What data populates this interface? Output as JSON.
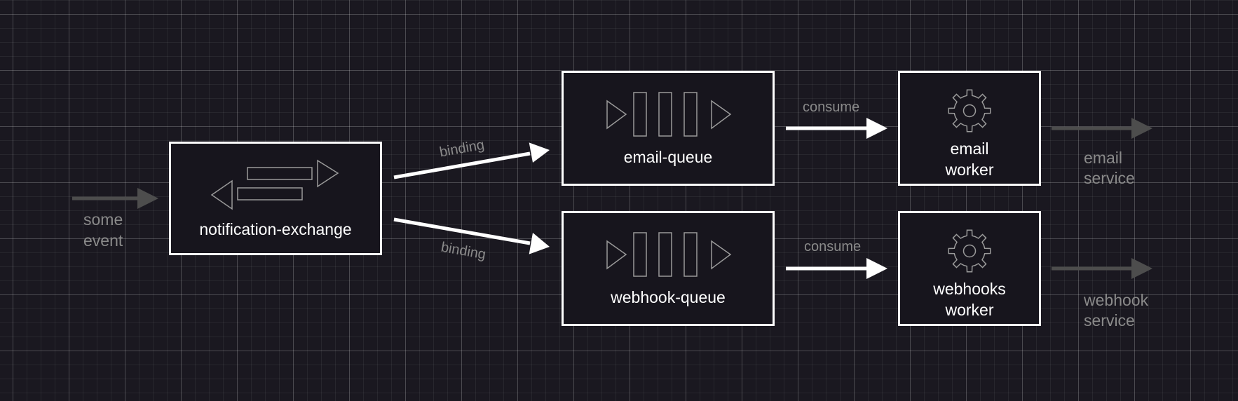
{
  "colors": {
    "background": "#1a1820",
    "box_border": "#ffffff",
    "box_fill": "#17151d",
    "primary_arrow": "#ffffff",
    "dim_arrow": "#4d4d4d",
    "muted_text": "#8a8a8a",
    "icon_stroke": "#9a9a9a"
  },
  "input": {
    "label_line1": "some",
    "label_line2": "event"
  },
  "exchange": {
    "label": "notification-exchange",
    "icon": "exchange-arrows-icon"
  },
  "bindings": {
    "top": "binding",
    "bottom": "binding"
  },
  "queues": [
    {
      "label": "email-queue",
      "icon": "queue-icon"
    },
    {
      "label": "webhook-queue",
      "icon": "queue-icon"
    }
  ],
  "consume": {
    "top": "consume",
    "bottom": "consume"
  },
  "workers": [
    {
      "line1": "email",
      "line2": "worker",
      "icon": "gear-icon"
    },
    {
      "line1": "webhooks",
      "line2": "worker",
      "icon": "gear-icon"
    }
  ],
  "outputs": [
    {
      "line1": "email",
      "line2": "service"
    },
    {
      "line1": "webhook",
      "line2": "service"
    }
  ]
}
